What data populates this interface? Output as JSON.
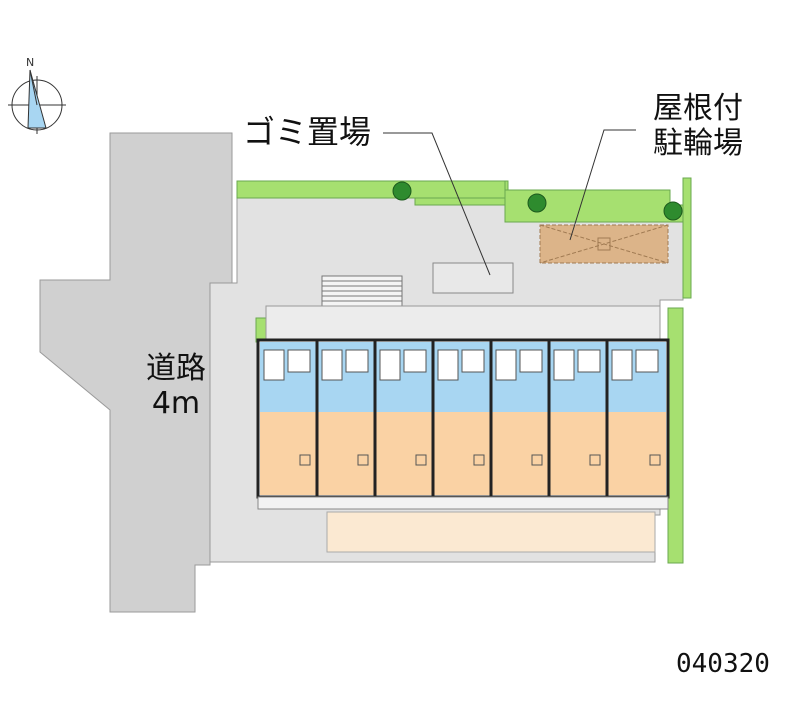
{
  "labels": {
    "road": "道路\n4m",
    "garbage": "ゴミ置場",
    "covered_bike_parking": "屋根付\n駐輪場",
    "property_code": "040320"
  },
  "compass": {
    "north_label": "N"
  },
  "colors": {
    "road": "#d0d0d0",
    "site": "#e2e2e2",
    "greenery": "#a6e070",
    "room_living": "#fad2a4",
    "room_wet": "#a8d6f2",
    "bike_shelter": "#dcb489",
    "walkway": "#fbe9d2"
  },
  "units": {
    "count": 7
  }
}
